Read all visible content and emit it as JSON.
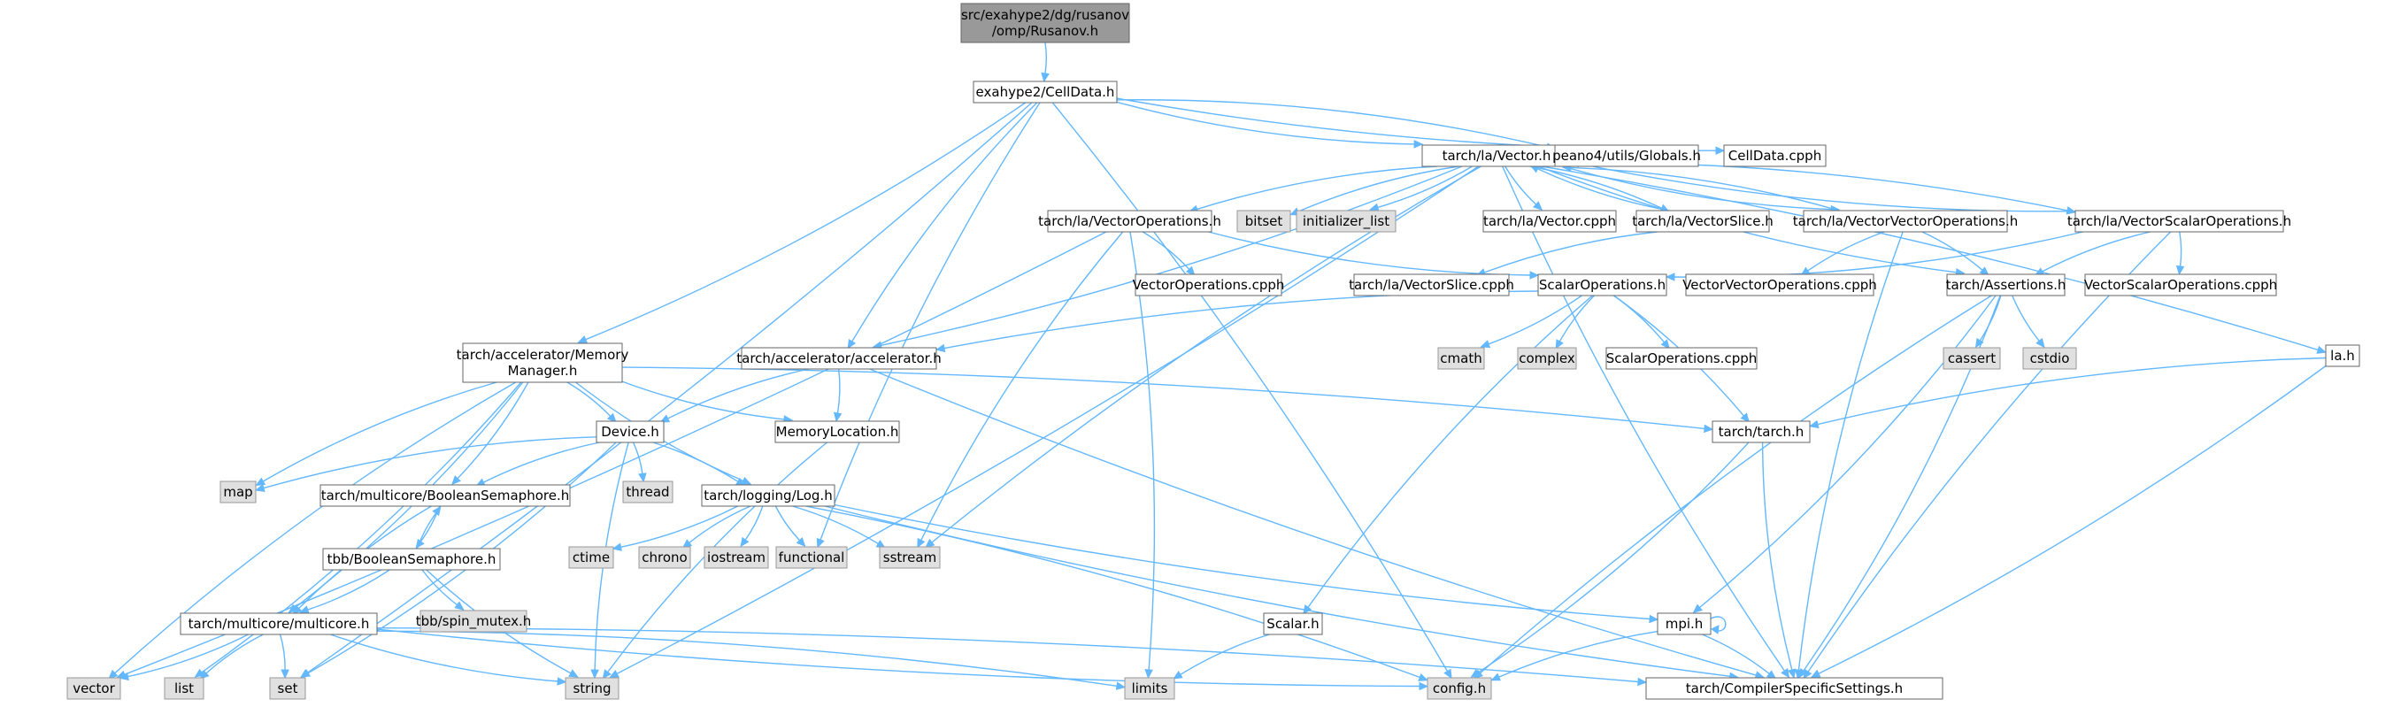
{
  "colors": {
    "edge": "#63b8ff",
    "root_fill": "#999999",
    "root_border": "#666666",
    "header_fill": "#ffffff",
    "header_border": "#666666",
    "system_fill": "#e0e0e0",
    "system_border": "#999999",
    "text": "#000000"
  },
  "nodes": [
    {
      "id": "root",
      "kind": "root",
      "lines": [
        "src/exahype2/dg/rusanov",
        "/omp/Rusanov.h"
      ]
    },
    {
      "id": "celldata",
      "kind": "header",
      "lines": [
        "exahype2/CellData.h"
      ]
    },
    {
      "id": "vector_h",
      "kind": "header",
      "lines": [
        "tarch/la/Vector.h"
      ]
    },
    {
      "id": "globals",
      "kind": "header",
      "lines": [
        "peano4/utils/Globals.h"
      ]
    },
    {
      "id": "celldata_cpph",
      "kind": "header",
      "lines": [
        "CellData.cpph"
      ]
    },
    {
      "id": "bitset",
      "kind": "system",
      "lines": [
        "bitset"
      ]
    },
    {
      "id": "initializer_list",
      "kind": "system",
      "lines": [
        "initializer_list"
      ]
    },
    {
      "id": "vector_cpph",
      "kind": "header",
      "lines": [
        "tarch/la/Vector.cpph"
      ]
    },
    {
      "id": "vectorslice_h",
      "kind": "header",
      "lines": [
        "tarch/la/VectorSlice.h"
      ]
    },
    {
      "id": "vvops_h",
      "kind": "header",
      "lines": [
        "tarch/la/VectorVectorOperations.h"
      ]
    },
    {
      "id": "vsops_h",
      "kind": "header",
      "lines": [
        "tarch/la/VectorScalarOperations.h"
      ]
    },
    {
      "id": "vops_h",
      "kind": "header",
      "lines": [
        "tarch/la/VectorOperations.h"
      ]
    },
    {
      "id": "vops_cpph",
      "kind": "header",
      "lines": [
        "VectorOperations.cpph"
      ]
    },
    {
      "id": "vectorslice_cpph",
      "kind": "header",
      "lines": [
        "tarch/la/VectorSlice.cpph"
      ]
    },
    {
      "id": "scalarops_h",
      "kind": "header",
      "lines": [
        "ScalarOperations.h"
      ]
    },
    {
      "id": "vvops_cpph",
      "kind": "header",
      "lines": [
        "VectorVectorOperations.cpph"
      ]
    },
    {
      "id": "assertions_h",
      "kind": "header",
      "lines": [
        "tarch/Assertions.h"
      ]
    },
    {
      "id": "vsops_cpph",
      "kind": "header",
      "lines": [
        "VectorScalarOperations.cpph"
      ]
    },
    {
      "id": "la_h",
      "kind": "header",
      "lines": [
        "la.h"
      ]
    },
    {
      "id": "memmgr_h",
      "kind": "header",
      "lines": [
        "tarch/accelerator/Memory",
        "Manager.h"
      ]
    },
    {
      "id": "accel_h",
      "kind": "header",
      "lines": [
        "tarch/accelerator/accelerator.h"
      ]
    },
    {
      "id": "cmath",
      "kind": "system",
      "lines": [
        "cmath"
      ]
    },
    {
      "id": "complex",
      "kind": "system",
      "lines": [
        "complex"
      ]
    },
    {
      "id": "scalarops_cpph",
      "kind": "header",
      "lines": [
        "ScalarOperations.cpph"
      ]
    },
    {
      "id": "cassert",
      "kind": "system",
      "lines": [
        "cassert"
      ]
    },
    {
      "id": "cstdio",
      "kind": "system",
      "lines": [
        "cstdio"
      ]
    },
    {
      "id": "device_h",
      "kind": "header",
      "lines": [
        "Device.h"
      ]
    },
    {
      "id": "memloc_h",
      "kind": "header",
      "lines": [
        "MemoryLocation.h"
      ]
    },
    {
      "id": "tarch_h",
      "kind": "header",
      "lines": [
        "tarch/tarch.h"
      ]
    },
    {
      "id": "map",
      "kind": "system",
      "lines": [
        "map"
      ]
    },
    {
      "id": "thread",
      "kind": "system",
      "lines": [
        "thread"
      ]
    },
    {
      "id": "boolsem_h",
      "kind": "header",
      "lines": [
        "tarch/multicore/BooleanSemaphore.h"
      ]
    },
    {
      "id": "log_h",
      "kind": "header",
      "lines": [
        "tarch/logging/Log.h"
      ]
    },
    {
      "id": "tbbsem_h",
      "kind": "header",
      "lines": [
        "tbb/BooleanSemaphore.h"
      ]
    },
    {
      "id": "ctime",
      "kind": "system",
      "lines": [
        "ctime"
      ]
    },
    {
      "id": "chrono",
      "kind": "system",
      "lines": [
        "chrono"
      ]
    },
    {
      "id": "iostream",
      "kind": "system",
      "lines": [
        "iostream"
      ]
    },
    {
      "id": "functional",
      "kind": "system",
      "lines": [
        "functional"
      ]
    },
    {
      "id": "sstream",
      "kind": "system",
      "lines": [
        "sstream"
      ]
    },
    {
      "id": "spin_mutex",
      "kind": "system",
      "lines": [
        "tbb/spin_mutex.h"
      ]
    },
    {
      "id": "multicore_h",
      "kind": "header",
      "lines": [
        "tarch/multicore/multicore.h"
      ]
    },
    {
      "id": "scalar_h",
      "kind": "header",
      "lines": [
        "Scalar.h"
      ]
    },
    {
      "id": "mpi_h",
      "kind": "header",
      "lines": [
        "mpi.h"
      ]
    },
    {
      "id": "vector",
      "kind": "system",
      "lines": [
        "vector"
      ]
    },
    {
      "id": "list",
      "kind": "system",
      "lines": [
        "list"
      ]
    },
    {
      "id": "set",
      "kind": "system",
      "lines": [
        "set"
      ]
    },
    {
      "id": "string",
      "kind": "system",
      "lines": [
        "string"
      ]
    },
    {
      "id": "limits",
      "kind": "system",
      "lines": [
        "limits"
      ]
    },
    {
      "id": "config_h",
      "kind": "system",
      "lines": [
        "config.h"
      ]
    },
    {
      "id": "compiler_h",
      "kind": "header",
      "lines": [
        "tarch/CompilerSpecificSettings.h"
      ]
    }
  ],
  "edges": [
    [
      "root",
      "celldata"
    ],
    [
      "celldata",
      "vector_h"
    ],
    [
      "celldata",
      "globals"
    ],
    [
      "celldata",
      "celldata_cpph"
    ],
    [
      "celldata",
      "memmgr_h"
    ],
    [
      "celldata",
      "accel_h"
    ],
    [
      "celldata",
      "config_h"
    ],
    [
      "celldata",
      "functional"
    ],
    [
      "celldata",
      "set"
    ],
    [
      "vector_h",
      "bitset"
    ],
    [
      "vector_h",
      "initializer_list"
    ],
    [
      "vector_h",
      "vector_cpph"
    ],
    [
      "vector_h",
      "vectorslice_h"
    ],
    [
      "vector_h",
      "vvops_h"
    ],
    [
      "vector_h",
      "vsops_h"
    ],
    [
      "vector_h",
      "vops_h"
    ],
    [
      "vector_h",
      "la_h"
    ],
    [
      "vector_h",
      "assertions_h"
    ],
    [
      "vector_h",
      "accel_h"
    ],
    [
      "vector_h",
      "sstream"
    ],
    [
      "vector_h",
      "string"
    ],
    [
      "vector_h",
      "compiler_h"
    ],
    [
      "vectorslice_h",
      "vector_h"
    ],
    [
      "vvops_h",
      "vector_h"
    ],
    [
      "vsops_h",
      "vector_h"
    ],
    [
      "vectorslice_h",
      "vectorslice_cpph"
    ],
    [
      "vops_h",
      "vops_cpph"
    ],
    [
      "vops_h",
      "scalarops_h"
    ],
    [
      "vops_h",
      "vector"
    ],
    [
      "vops_h",
      "sstream"
    ],
    [
      "vops_h",
      "limits"
    ],
    [
      "vvops_h",
      "vvops_cpph"
    ],
    [
      "vvops_h",
      "assertions_h"
    ],
    [
      "vvops_h",
      "compiler_h"
    ],
    [
      "vsops_h",
      "vsops_cpph"
    ],
    [
      "vsops_h",
      "assertions_h"
    ],
    [
      "vsops_h",
      "scalarops_h"
    ],
    [
      "vsops_h",
      "compiler_h"
    ],
    [
      "scalarops_h",
      "cmath"
    ],
    [
      "scalarops_h",
      "complex"
    ],
    [
      "scalarops_h",
      "scalarops_cpph"
    ],
    [
      "scalarops_h",
      "accel_h"
    ],
    [
      "scalarops_h",
      "tarch_h"
    ],
    [
      "scalarops_h",
      "scalar_h"
    ],
    [
      "assertions_h",
      "cassert"
    ],
    [
      "assertions_h",
      "cstdio"
    ],
    [
      "assertions_h",
      "mpi_h"
    ],
    [
      "assertions_h",
      "config_h"
    ],
    [
      "assertions_h",
      "compiler_h"
    ],
    [
      "la_h",
      "tarch_h"
    ],
    [
      "la_h",
      "compiler_h"
    ],
    [
      "accel_h",
      "device_h"
    ],
    [
      "accel_h",
      "memloc_h"
    ],
    [
      "accel_h",
      "compiler_h"
    ],
    [
      "memmgr_h",
      "device_h"
    ],
    [
      "memmgr_h",
      "memloc_h"
    ],
    [
      "memmgr_h",
      "tarch_h"
    ],
    [
      "memmgr_h",
      "map"
    ],
    [
      "memmgr_h",
      "boolsem_h"
    ],
    [
      "memmgr_h",
      "log_h"
    ],
    [
      "memmgr_h",
      "multicore_h"
    ],
    [
      "memmgr_h",
      "vector"
    ],
    [
      "memmgr_h",
      "list"
    ],
    [
      "device_h",
      "map"
    ],
    [
      "device_h",
      "thread"
    ],
    [
      "device_h",
      "boolsem_h"
    ],
    [
      "device_h",
      "log_h"
    ],
    [
      "device_h",
      "string"
    ],
    [
      "device_h",
      "set"
    ],
    [
      "memloc_h",
      "string"
    ],
    [
      "tarch_h",
      "config_h"
    ],
    [
      "tarch_h",
      "compiler_h"
    ],
    [
      "boolsem_h",
      "tbbsem_h"
    ],
    [
      "boolsem_h",
      "multicore_h"
    ],
    [
      "tbbsem_h",
      "boolsem_h"
    ],
    [
      "tbbsem_h",
      "spin_mutex"
    ],
    [
      "tbbsem_h",
      "multicore_h"
    ],
    [
      "tbbsem_h",
      "string"
    ],
    [
      "log_h",
      "ctime"
    ],
    [
      "log_h",
      "chrono"
    ],
    [
      "log_h",
      "iostream"
    ],
    [
      "log_h",
      "functional"
    ],
    [
      "log_h",
      "sstream"
    ],
    [
      "log_h",
      "mpi_h"
    ],
    [
      "log_h",
      "config_h"
    ],
    [
      "log_h",
      "compiler_h"
    ],
    [
      "multicore_h",
      "vector"
    ],
    [
      "multicore_h",
      "list"
    ],
    [
      "multicore_h",
      "set"
    ],
    [
      "multicore_h",
      "string"
    ],
    [
      "multicore_h",
      "limits"
    ],
    [
      "multicore_h",
      "config_h"
    ],
    [
      "multicore_h",
      "compiler_h"
    ],
    [
      "scalar_h",
      "limits"
    ],
    [
      "mpi_h",
      "mpi_h"
    ],
    [
      "mpi_h",
      "config_h"
    ],
    [
      "mpi_h",
      "compiler_h"
    ]
  ]
}
